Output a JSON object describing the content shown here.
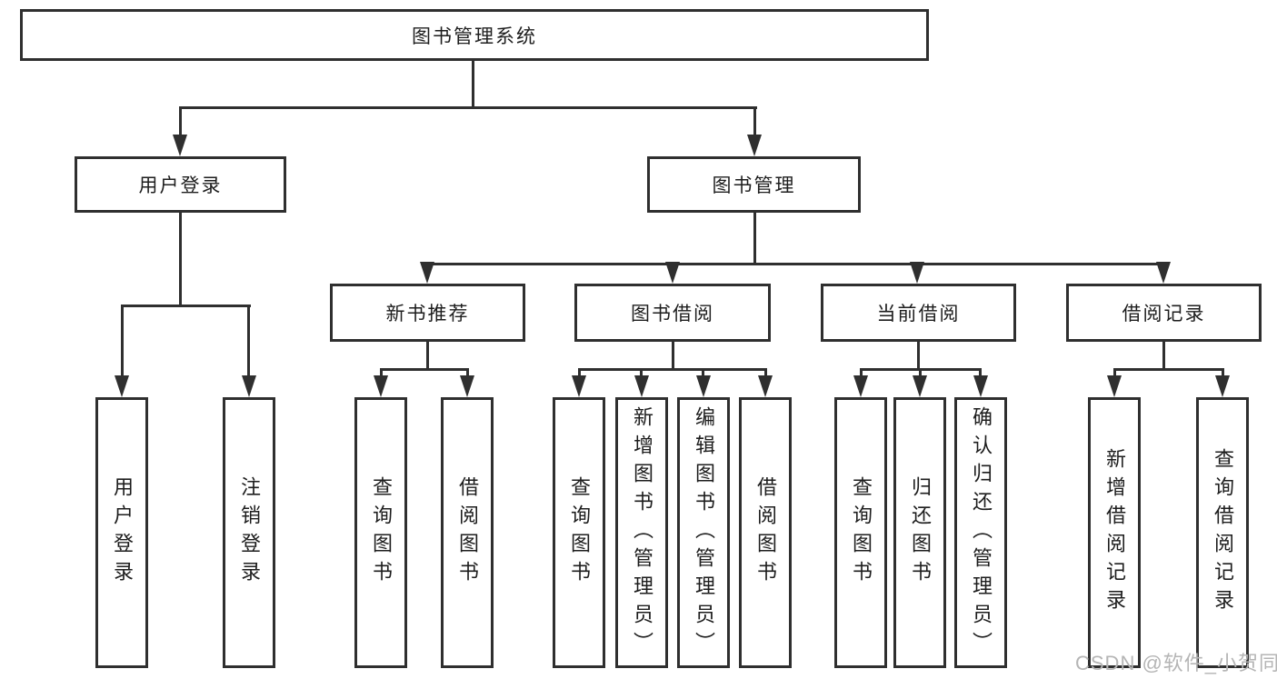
{
  "diagram": {
    "root": {
      "label": "图书管理系统"
    },
    "level2": [
      {
        "label": "用户登录"
      },
      {
        "label": "图书管理"
      }
    ],
    "level3": [
      {
        "label": "新书推荐"
      },
      {
        "label": "图书借阅"
      },
      {
        "label": "当前借阅"
      },
      {
        "label": "借阅记录"
      }
    ],
    "leaves": {
      "user_login": [
        "用户登录",
        "注销登录"
      ],
      "new_book": [
        "查询图书",
        "借阅图书"
      ],
      "book_borrow": [
        "查询图书",
        "新增图书（管理员）",
        "编辑图书（管理员）",
        "借阅图书"
      ],
      "current_borrow": [
        "查询图书",
        "归还图书",
        "确认归还（管理员）"
      ],
      "borrow_records": [
        "新增借阅记录",
        "查询借阅记录"
      ]
    },
    "colors": {
      "line": "#2f2f2f",
      "text": "#1d1d1d",
      "background": "#ffffff",
      "watermark": "#b5b5b5"
    }
  },
  "watermark": {
    "text": "CSDN @软件_小贺同学"
  }
}
